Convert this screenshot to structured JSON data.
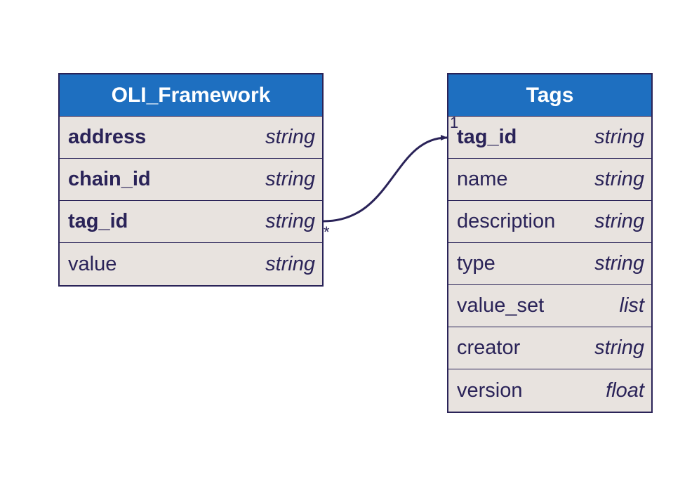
{
  "entities": [
    {
      "name": "OLI_Framework",
      "fields": [
        {
          "name": "address",
          "type": "string",
          "key": true
        },
        {
          "name": "chain_id",
          "type": "string",
          "key": true
        },
        {
          "name": "tag_id",
          "type": "string",
          "key": true
        },
        {
          "name": "value",
          "type": "string",
          "key": false
        }
      ]
    },
    {
      "name": "Tags",
      "fields": [
        {
          "name": "tag_id",
          "type": "string",
          "key": true
        },
        {
          "name": "name",
          "type": "string",
          "key": false
        },
        {
          "name": "description",
          "type": "string",
          "key": false
        },
        {
          "name": "type",
          "type": "string",
          "key": false
        },
        {
          "name": "value_set",
          "type": "list",
          "key": false
        },
        {
          "name": "creator",
          "type": "string",
          "key": false
        },
        {
          "name": "version",
          "type": "float",
          "key": false
        }
      ]
    }
  ],
  "relationship": {
    "from_entity": "OLI_Framework",
    "from_field": "tag_id",
    "from_cardinality": "*",
    "to_entity": "Tags",
    "to_field": "tag_id",
    "to_cardinality": "1"
  },
  "colors": {
    "header_bg": "#1e6fc0",
    "header_text": "#ffffff",
    "row_bg": "#e8e3df",
    "border": "#2a2358",
    "text": "#2a2358"
  }
}
